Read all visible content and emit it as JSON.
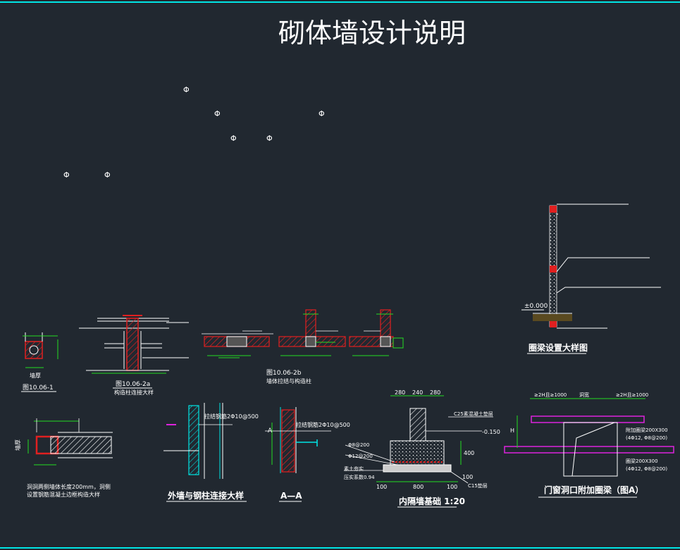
{
  "title": "砌体墙设计说明",
  "colors": {
    "background": "#212830",
    "frame": "#00e5e5",
    "line": "#ffffff",
    "green": "#22dd22",
    "red": "#e02020",
    "cyan": "#00e5e5",
    "magenta": "#dd22dd",
    "yellow": "#e8e820"
  },
  "phi_markers": [
    "Φ",
    "Φ",
    "Φ",
    "Φ",
    "Φ",
    "Φ",
    "Φ"
  ],
  "details": {
    "fig_a": {
      "caption": "图10.06-1",
      "dim_label": "墙厚"
    },
    "fig_b": {
      "caption": "图10.06-2a",
      "subcaption": "构造柱连接大样"
    },
    "fig_c": {
      "caption": "图10.06-2b",
      "subcaption": "墙体拉结与构造柱"
    },
    "fig_d": {
      "caption": "圈梁设置大样图",
      "elevation": "±0.000"
    },
    "fig_e": {
      "note_line1": "洞洞两侧墙体长度200mm，洞侧",
      "note_line2": "设置钢筋混凝土边框构造大样",
      "dim_label": "墙厚"
    },
    "fig_f": {
      "caption": "外墙与钢柱连接大样",
      "rebar_note": "拉结钢筋2Φ10@500"
    },
    "fig_g": {
      "caption": "A—A",
      "rebar_note": "拉结钢筋2Φ10@500",
      "section_mark": "A"
    },
    "fig_h": {
      "caption": "内隔墙基础 1:20",
      "dims_top": [
        "280",
        "240",
        "280"
      ],
      "dims_bottom": [
        "100",
        "800",
        "100"
      ],
      "height_dim": "400",
      "base_dim": "100",
      "note_concrete": "C25素混凝土垫层",
      "note_elev": "-0.150",
      "note_rebar1": "Φ8@200",
      "note_rebar2": "Φ12@200",
      "note_soil1": "素土夯实",
      "note_soil2": "压实系数0.94",
      "note_c15": "C15垫层"
    },
    "fig_i": {
      "caption": "门窗洞口附加圈梁（图A）",
      "dim_left": "≥2H且≥1000",
      "dim_mid": "洞宽",
      "dim_right": "≥2H且≥1000",
      "dim_h": "H",
      "beam1_line1": "附加圈梁200X300",
      "beam1_line2": "(4Φ12, Φ8@200)",
      "beam2_line1": "圈梁200X300",
      "beam2_line2": "(4Φ12, Φ8@200)"
    }
  }
}
